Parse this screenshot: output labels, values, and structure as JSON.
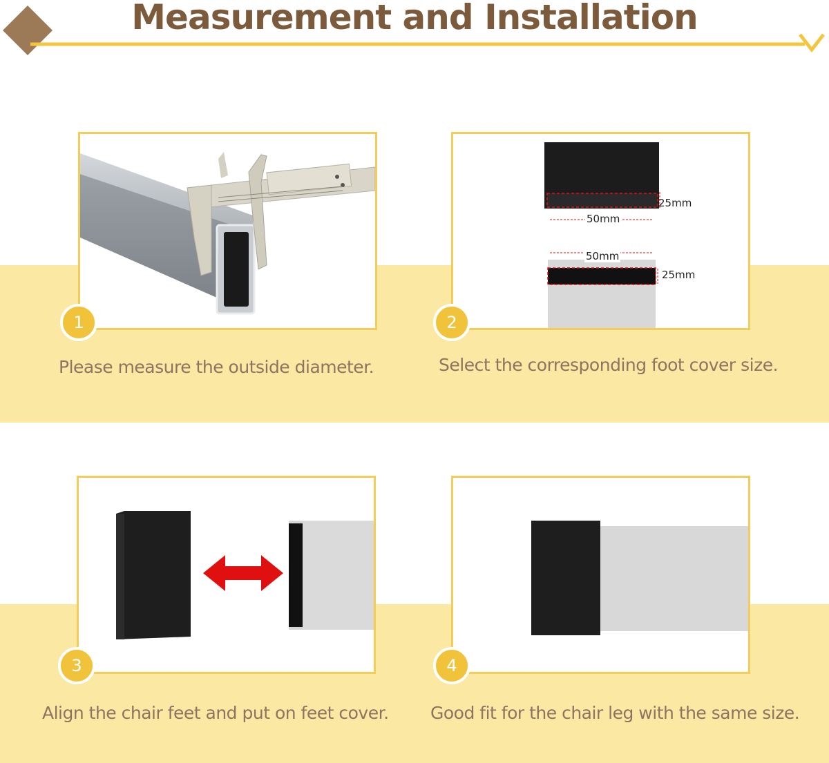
{
  "header": {
    "title": "Measurement and Installation"
  },
  "colors": {
    "title": "#7c5b3d",
    "caption": "#8d7460",
    "band": "#fbe8a3",
    "line": "#f3c63f",
    "diamond": "#9c7a57",
    "panel_border": "#f3cd5c",
    "badge": "#f1c33b",
    "arrow": "#e01010"
  },
  "steps": [
    {
      "number": "1",
      "caption": "Please measure the outside diameter."
    },
    {
      "number": "2",
      "caption": "Select the corresponding foot cover size.",
      "dims": {
        "cap_height": "25mm",
        "cap_width": "50mm",
        "tube_width": "50mm",
        "tube_height": "25mm"
      }
    },
    {
      "number": "3",
      "caption": "Align the chair feet and put on feet cover."
    },
    {
      "number": "4",
      "caption": "Good fit for the chair leg with the same size."
    }
  ]
}
